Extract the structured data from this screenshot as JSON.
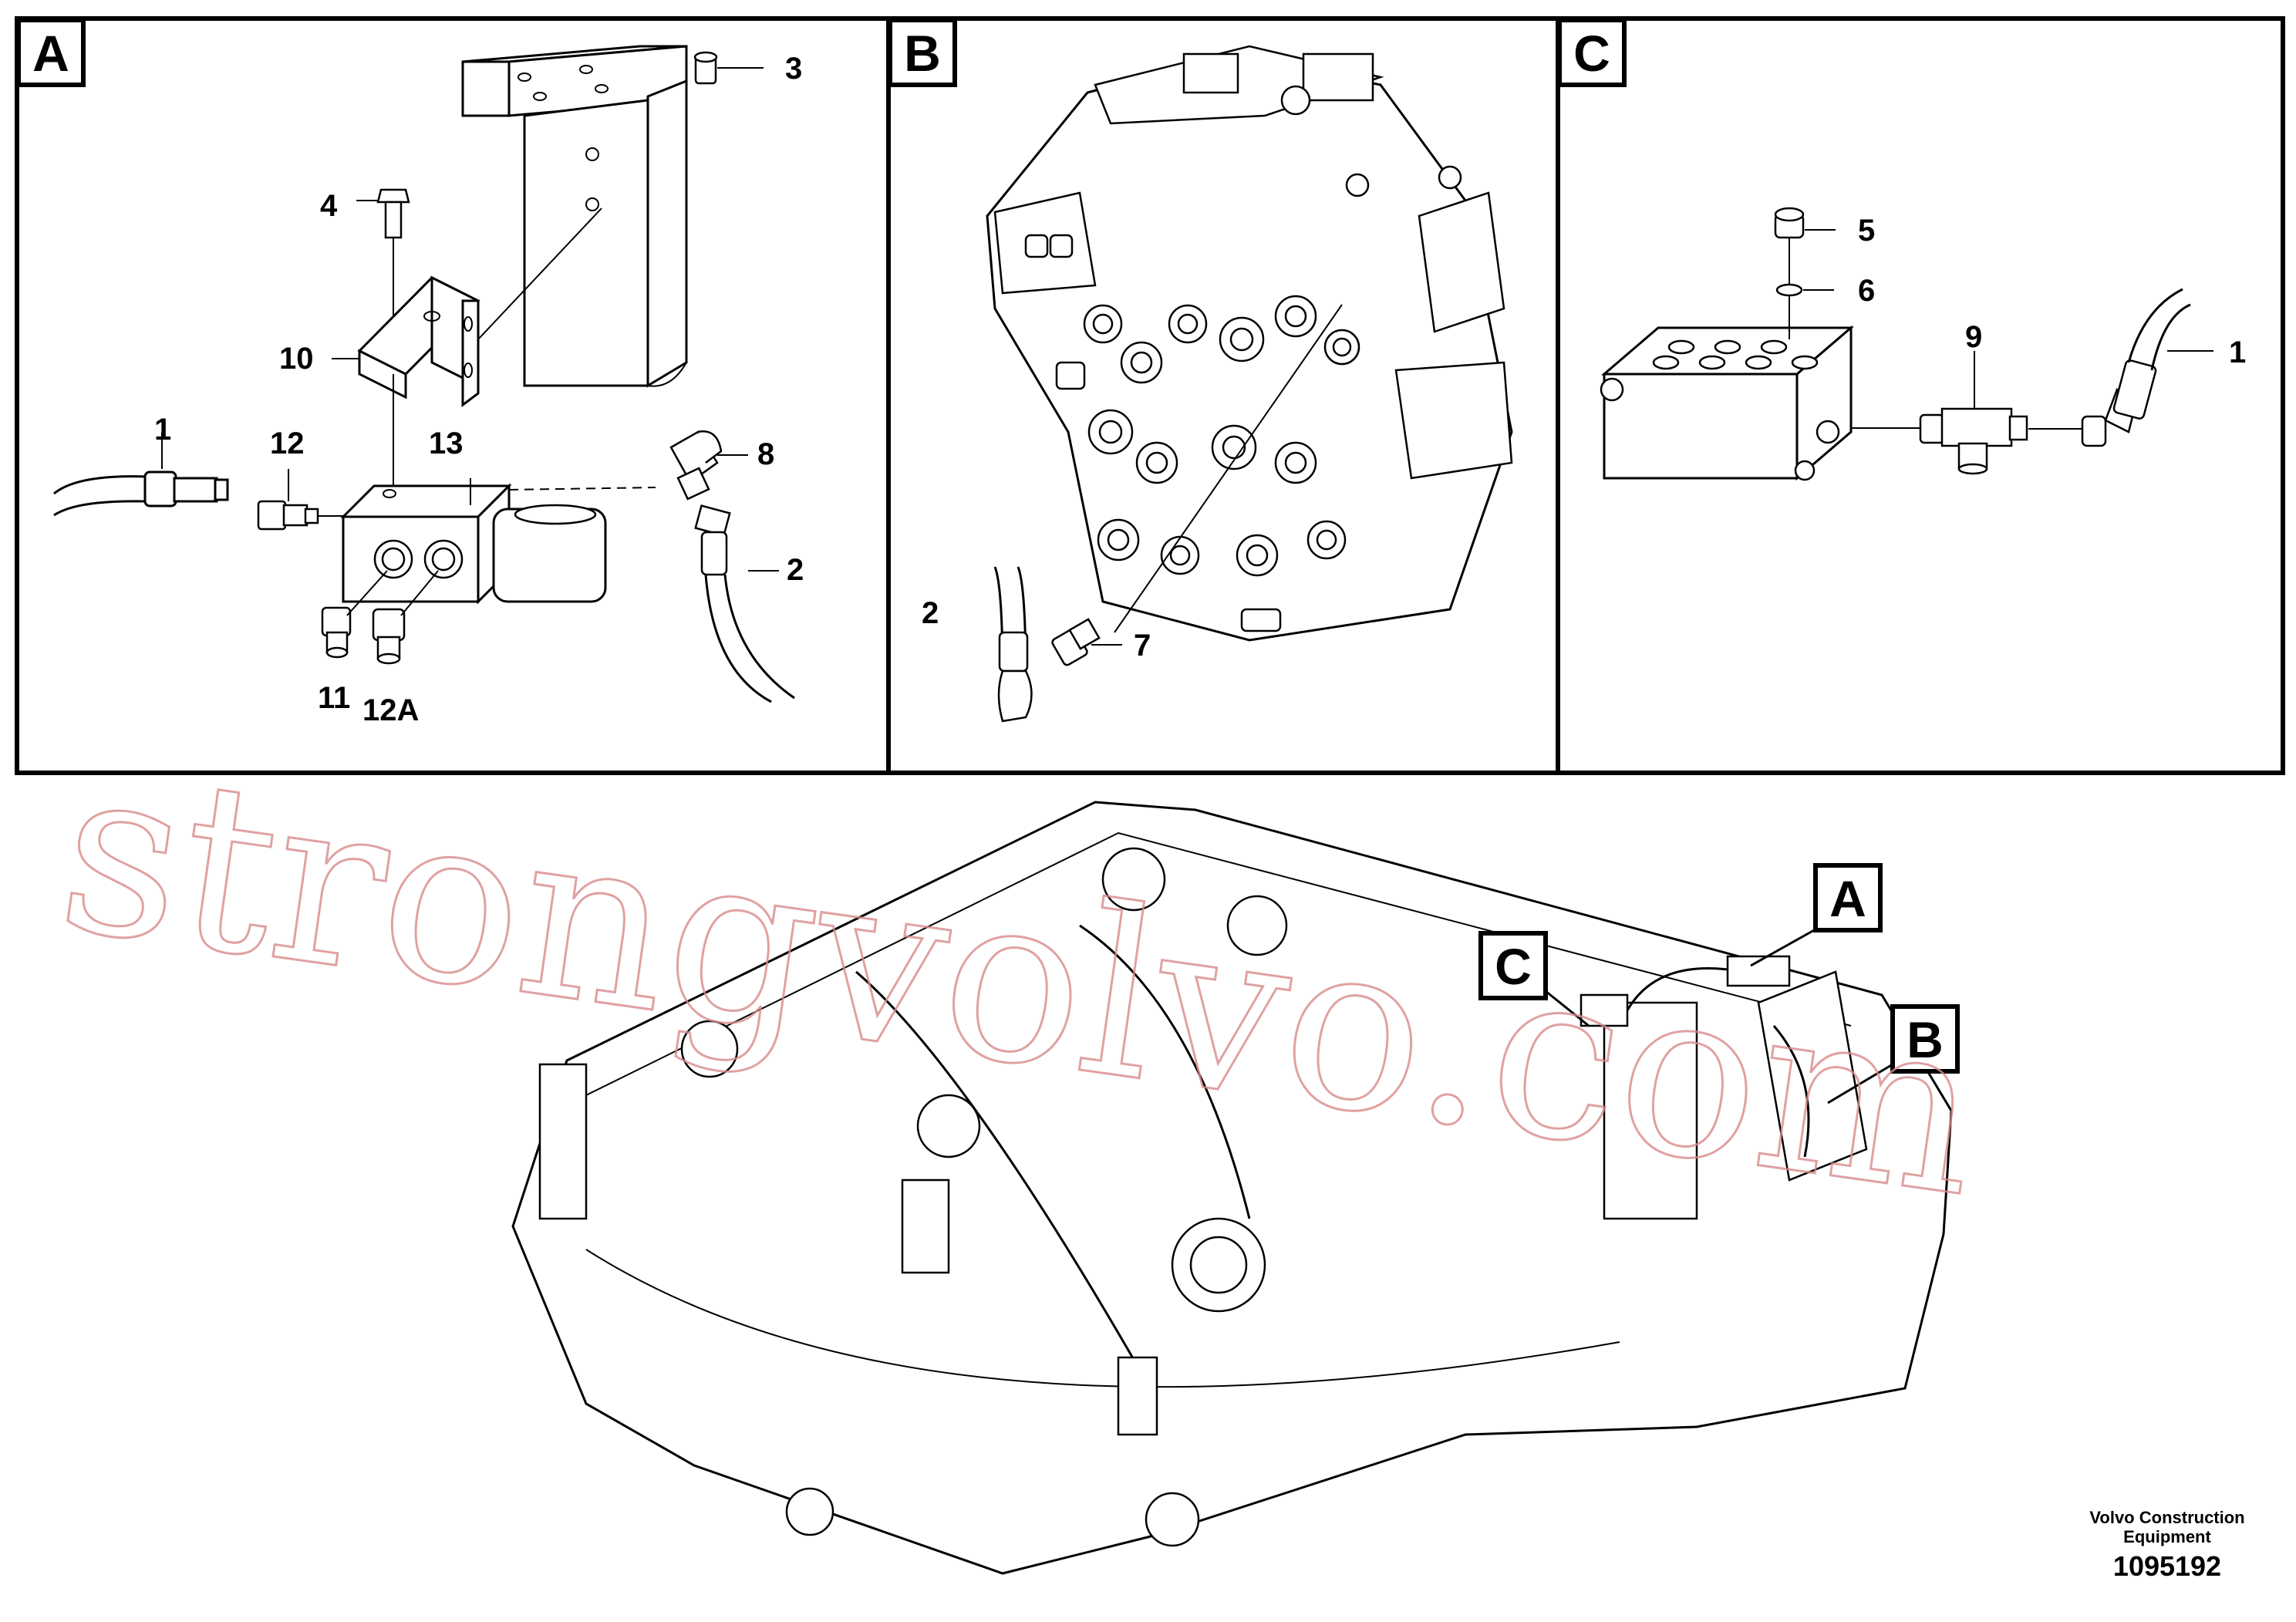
{
  "panels": [
    {
      "letter": "A"
    },
    {
      "letter": "B"
    },
    {
      "letter": "C"
    }
  ],
  "callouts": {
    "a1": "1",
    "a2": "2",
    "a3": "3",
    "a4": "4",
    "a8": "8",
    "a10": "10",
    "a11": "11",
    "a12": "12",
    "a12A": "12A",
    "a13": "13",
    "b2": "2",
    "b7": "7",
    "c1": "1",
    "c5": "5",
    "c6": "6",
    "c9": "9"
  },
  "overview_labels": {
    "a": "A",
    "b": "B",
    "c": "C"
  },
  "watermark": "strongvolvo.com",
  "footer": {
    "company_line1": "Volvo Construction",
    "company_line2": "Equipment",
    "drawing_number": "1095192"
  }
}
